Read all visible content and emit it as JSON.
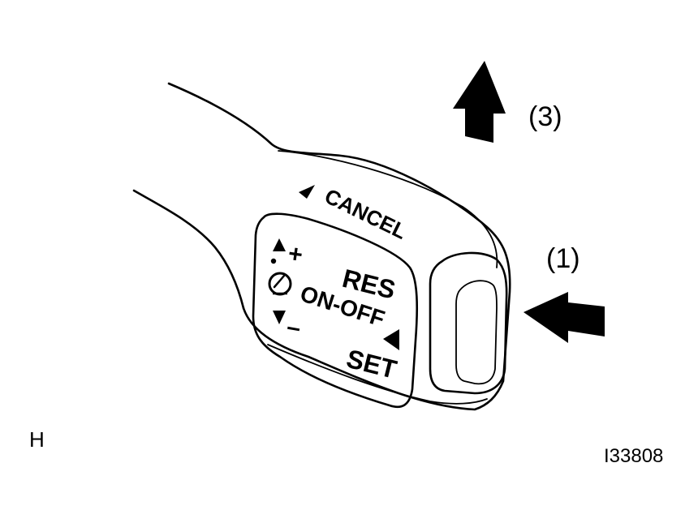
{
  "labels": {
    "arrow_up": "(3)",
    "arrow_push": "(1)",
    "corner_letter": "H",
    "figure_id": "I33808"
  },
  "lever": {
    "cancel": "CANCEL",
    "res": "RES",
    "on_off": "ON-OFF",
    "set": "SET",
    "plus": "+",
    "minus": "–"
  }
}
